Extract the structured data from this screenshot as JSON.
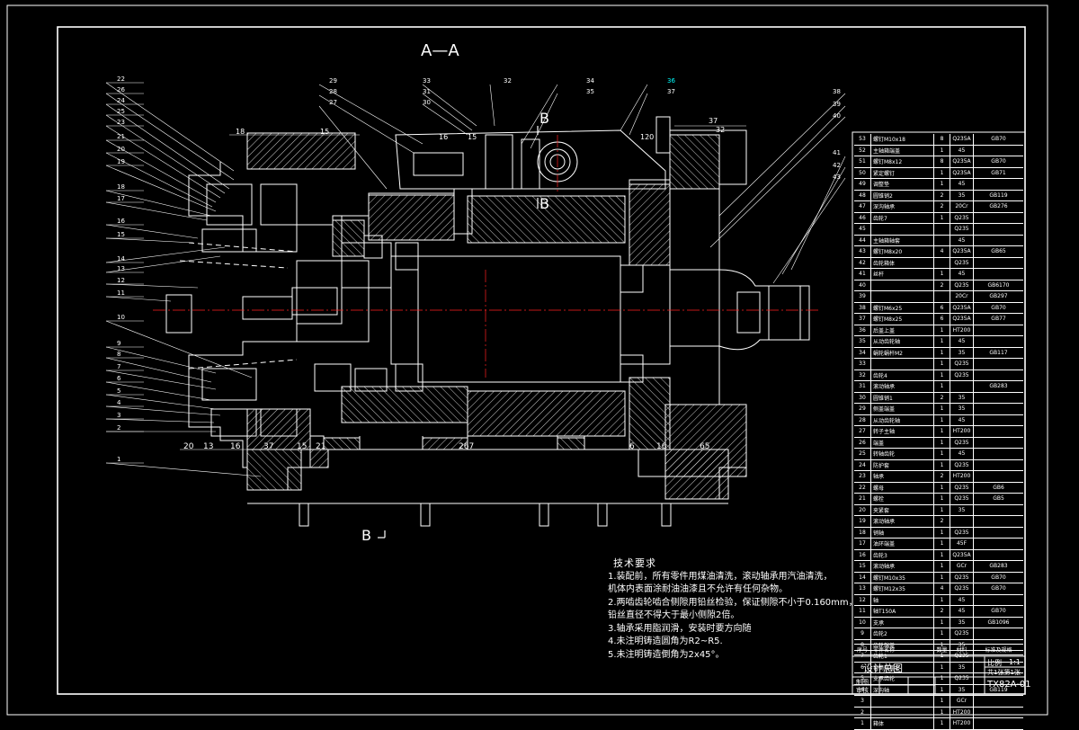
{
  "drawing": {
    "section_title": "A—A",
    "section_b_top": "B",
    "section_b_mid": "B",
    "section_b_bottom": "B",
    "part_callouts_left": [
      "22",
      "26",
      "24",
      "25",
      "23",
      "21",
      "20",
      "19",
      "18",
      "17",
      "16",
      "15",
      "14",
      "13",
      "12",
      "11",
      "10",
      "9",
      "8",
      "7",
      "6",
      "5",
      "4",
      "3",
      "2",
      "1"
    ],
    "part_callouts_top": [
      "29",
      "28",
      "27",
      "33",
      "31",
      "30",
      "32",
      "34",
      "35",
      "36",
      "37",
      "38",
      "39",
      "40"
    ],
    "part_callouts_right": [
      "41",
      "42",
      "43"
    ],
    "dimensions": [
      "20",
      "13",
      "16",
      "37",
      "15",
      "21",
      "267",
      "6",
      "16",
      "65",
      "37",
      "32",
      "18",
      "15",
      "120",
      "16",
      "15"
    ],
    "colors": {
      "line": "#ffffff",
      "cyan": "#00ffff",
      "green": "#00ff00",
      "red": "#ff2020",
      "yellow": "#ffff00",
      "frame": "#ffffff"
    }
  },
  "technical_requirements": {
    "title": "技术要求",
    "lines": [
      "1.装配前，所有零件用煤油清洗，滚动轴承用汽油清洗，",
      "  机体内表面涂耐油油漆且不允许有任何杂物。",
      "2.两啮齿轮啮合侧隙用铅丝检验，保证侧隙不小于0.160mm，",
      "  铅丝直径不得大于最小侧隙2倍。",
      "3.轴承采用脂润滑，安装时要方向随",
      "4.未注明铸造圆角为R2~R5.",
      "5.未注明铸造倒角为2x45°。"
    ]
  },
  "bill_of_materials": {
    "rows": [
      {
        "no": "53",
        "name": "螺钉M10x18",
        "qty": "8",
        "mat": "Q235A",
        "note": "GB70"
      },
      {
        "no": "52",
        "name": "主轴箱端盖",
        "qty": "1",
        "mat": "45",
        "note": ""
      },
      {
        "no": "51",
        "name": "螺钉M8x12",
        "qty": "8",
        "mat": "Q235A",
        "note": "GB70"
      },
      {
        "no": "50",
        "name": "紧定螺钉",
        "qty": "1",
        "mat": "Q235A",
        "note": "GB71"
      },
      {
        "no": "49",
        "name": "调整垫",
        "qty": "1",
        "mat": "45",
        "note": ""
      },
      {
        "no": "48",
        "name": "圆锥销2",
        "qty": "2",
        "mat": "35",
        "note": "GB119"
      },
      {
        "no": "47",
        "name": "深沟轴承",
        "qty": "2",
        "mat": "20Cr",
        "note": "GB276"
      },
      {
        "no": "46",
        "name": "齿轮7",
        "qty": "1",
        "mat": "Q235",
        "note": ""
      },
      {
        "no": "45",
        "name": "",
        "qty": "",
        "mat": "Q235",
        "note": ""
      },
      {
        "no": "44",
        "name": "主轴箱轴套",
        "qty": "",
        "mat": "45",
        "note": ""
      },
      {
        "no": "43",
        "name": "螺钉M8x20",
        "qty": "4",
        "mat": "Q235A",
        "note": "GB65"
      },
      {
        "no": "42",
        "name": "齿轮箱体",
        "qty": "",
        "mat": "Q235",
        "note": ""
      },
      {
        "no": "41",
        "name": "丝杆",
        "qty": "1",
        "mat": "45",
        "note": ""
      },
      {
        "no": "40",
        "name": "",
        "qty": "2",
        "mat": "Q235",
        "note": "GB6170"
      },
      {
        "no": "39",
        "name": "",
        "qty": "",
        "mat": "20Cr",
        "note": "GB297"
      },
      {
        "no": "38",
        "name": "螺钉M6x25",
        "qty": "6",
        "mat": "Q235A",
        "note": "GB70"
      },
      {
        "no": "37",
        "name": "螺钉M8x25",
        "qty": "6",
        "mat": "Q235A",
        "note": "GB77"
      },
      {
        "no": "36",
        "name": "后盖上盖",
        "qty": "1",
        "mat": "HT200",
        "note": ""
      },
      {
        "no": "35",
        "name": "从动齿轮轴",
        "qty": "1",
        "mat": "45",
        "note": ""
      },
      {
        "no": "34",
        "name": "蜗轮蜗杆M2",
        "qty": "1",
        "mat": "35",
        "note": "GB117"
      },
      {
        "no": "33",
        "name": "",
        "qty": "1",
        "mat": "Q235",
        "note": ""
      },
      {
        "no": "32",
        "name": "齿轮4",
        "qty": "1",
        "mat": "Q235",
        "note": ""
      },
      {
        "no": "31",
        "name": "滚动轴承",
        "qty": "1",
        "mat": "",
        "note": "GB283"
      },
      {
        "no": "30",
        "name": "圆锥销1",
        "qty": "2",
        "mat": "35",
        "note": ""
      },
      {
        "no": "29",
        "name": "侧盖端盖",
        "qty": "1",
        "mat": "35",
        "note": ""
      },
      {
        "no": "28",
        "name": "从动齿轮轴",
        "qty": "1",
        "mat": "45",
        "note": ""
      },
      {
        "no": "27",
        "name": "转子主轴",
        "qty": "1",
        "mat": "HT200",
        "note": ""
      },
      {
        "no": "26",
        "name": "端盖",
        "qty": "1",
        "mat": "Q235",
        "note": ""
      },
      {
        "no": "25",
        "name": "转轴齿轮",
        "qty": "1",
        "mat": "45",
        "note": ""
      },
      {
        "no": "24",
        "name": "防护套",
        "qty": "1",
        "mat": "Q235",
        "note": ""
      },
      {
        "no": "23",
        "name": "轴承",
        "qty": "2",
        "mat": "HT200",
        "note": ""
      },
      {
        "no": "22",
        "name": "螺母",
        "qty": "1",
        "mat": "Q235",
        "note": "GB6"
      },
      {
        "no": "21",
        "name": "螺栓",
        "qty": "1",
        "mat": "Q235",
        "note": "GB5"
      },
      {
        "no": "20",
        "name": "夹紧套",
        "qty": "1",
        "mat": "35",
        "note": ""
      },
      {
        "no": "19",
        "name": "滚动轴承",
        "qty": "2",
        "mat": "",
        "note": ""
      },
      {
        "no": "18",
        "name": "销轴",
        "qty": "1",
        "mat": "Q235",
        "note": ""
      },
      {
        "no": "17",
        "name": "油环端盖",
        "qty": "1",
        "mat": "45F",
        "note": ""
      },
      {
        "no": "16",
        "name": "齿轮3",
        "qty": "1",
        "mat": "Q235A",
        "note": ""
      },
      {
        "no": "15",
        "name": "滚动轴承",
        "qty": "1",
        "mat": "GCr",
        "note": "GB283"
      },
      {
        "no": "14",
        "name": "螺钉M10x35",
        "qty": "1",
        "mat": "Q235",
        "note": "GB70"
      },
      {
        "no": "13",
        "name": "螺钉M12x35",
        "qty": "4",
        "mat": "Q235",
        "note": "GB70"
      },
      {
        "no": "12",
        "name": "轴",
        "qty": "1",
        "mat": "45",
        "note": ""
      },
      {
        "no": "11",
        "name": "轴T150A",
        "qty": "2",
        "mat": "45",
        "note": "GB70"
      },
      {
        "no": "10",
        "name": "支承",
        "qty": "1",
        "mat": "35",
        "note": "GB1096"
      },
      {
        "no": "9",
        "name": "齿轮2",
        "qty": "1",
        "mat": "Q235",
        "note": ""
      },
      {
        "no": "8",
        "name": "齿轮端盖",
        "qty": "1",
        "mat": "35",
        "note": ""
      },
      {
        "no": "7",
        "name": "齿轮1",
        "qty": "1",
        "mat": "Q235",
        "note": ""
      },
      {
        "no": "6",
        "name": "套筒端盖1",
        "qty": "1",
        "mat": "35",
        "note": ""
      },
      {
        "no": "5",
        "name": "支承齿轮",
        "qty": "1",
        "mat": "Q235",
        "note": ""
      },
      {
        "no": "4",
        "name": "深沟轴",
        "qty": "1",
        "mat": "35",
        "note": "GB119"
      },
      {
        "no": "3",
        "name": "",
        "qty": "1",
        "mat": "GCr",
        "note": ""
      },
      {
        "no": "2",
        "name": "",
        "qty": "1",
        "mat": "HT200",
        "note": ""
      },
      {
        "no": "1",
        "name": "箱体",
        "qty": "1",
        "mat": "HT200",
        "note": ""
      }
    ],
    "header": {
      "no": "序号",
      "name": "零件名称",
      "qty": "数量",
      "mat": "材料",
      "note": "标准及规格"
    }
  },
  "title_block": {
    "drawing_name": "设计总图",
    "scale_label": "比例",
    "scale_value": "1:1",
    "sheet": "共1张第1张",
    "drawer": "制图",
    "checker": "审核",
    "code": "TX82A-01"
  }
}
